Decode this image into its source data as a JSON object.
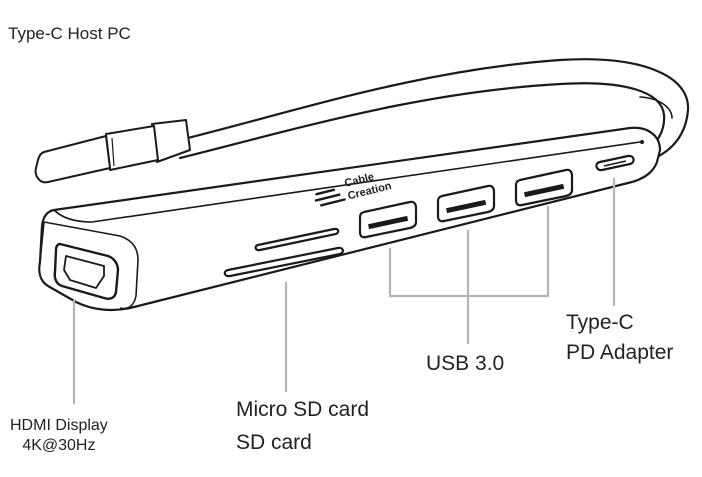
{
  "labels": {
    "host": "Type-C Host PC",
    "pd_line1": "Type-C",
    "pd_line2": "PD Adapter",
    "usb": "USB 3.0",
    "sd_line1": "Micro SD card",
    "sd_line2": "SD card",
    "hdmi_line1": "HDMI Display",
    "hdmi_line2": "4K@30Hz"
  },
  "brand": {
    "line1": "Cable",
    "line2": "Creation"
  },
  "colors": {
    "stroke": "#1a1a1a",
    "leader": "#b5b5b5",
    "body": "#ffffff"
  }
}
